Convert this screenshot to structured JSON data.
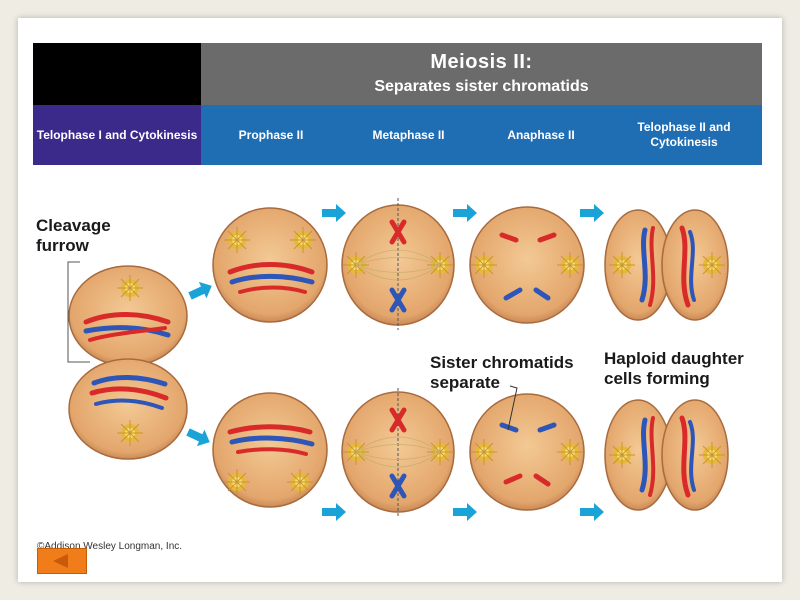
{
  "header": {
    "title": "Meiosis II:",
    "subtitle": "Separates sister chromatids"
  },
  "phases": [
    "Telophase I and Cytokinesis",
    "Prophase II",
    "Metaphase II",
    "Anaphase II",
    "Telophase II and Cytokinesis"
  ],
  "labels": {
    "cleavage": "Cleavage furrow",
    "sister": "Sister chromatids separate",
    "haploid": "Haploid daughter cells forming"
  },
  "copyright": "©Addison Wesley Longman, Inc.",
  "colors": {
    "header_black": "#000000",
    "header_gray": "#6b6b6b",
    "telophase_purple": "#3c2a8a",
    "phase_blue": "#1f6db3",
    "arrow": "#1aa3d6",
    "cell": "#e8b07a",
    "chromosome_red": "#d92a2a",
    "chromosome_blue": "#2e56b8",
    "back_button": "#f07c1a"
  },
  "icons": [
    "back-arrow-icon",
    "arrow-right-icon",
    "centrosome-icon"
  ]
}
